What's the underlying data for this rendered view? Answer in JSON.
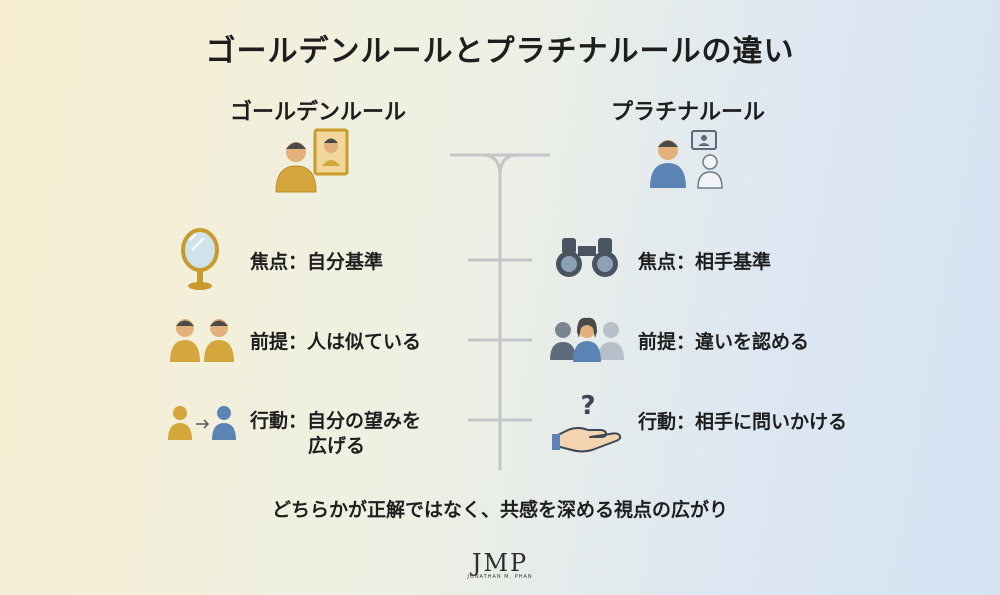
{
  "title": "ゴールデンルールとプラチナルールの違い",
  "golden": {
    "heading": "ゴールデンルール",
    "rows": [
      {
        "label": "焦点：",
        "text": "自分基準"
      },
      {
        "label": "前提：",
        "text": "人は似ている"
      },
      {
        "label": "行動：",
        "text": "自分の望みを",
        "text2": "広げる"
      }
    ]
  },
  "platinum": {
    "heading": "プラチナルール",
    "rows": [
      {
        "label": "焦点：",
        "text": "相手基準"
      },
      {
        "label": "前提：",
        "text": "違いを認める"
      },
      {
        "label": "行動：",
        "text": "相手に問いかける"
      }
    ]
  },
  "footer": "どちらかが正解ではなく、共感を深める視点の広がり",
  "logo": {
    "mark": "JMP",
    "subtitle": "JONATHAN M. PHAN"
  },
  "colors": {
    "golden": "#d4a63c",
    "platinum": "#5b84b5",
    "divider": "#bfc3c6"
  }
}
